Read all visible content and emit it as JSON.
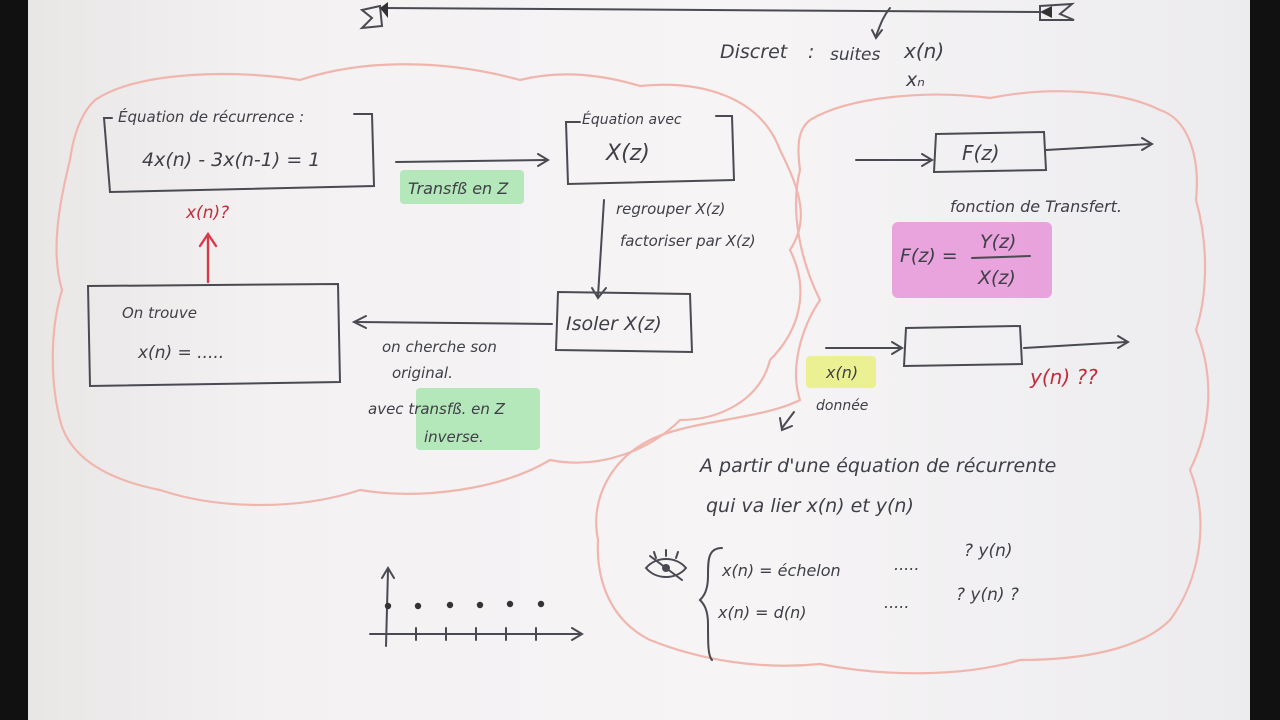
{
  "top_note": {
    "discret": "Discret",
    "colon": ":",
    "suites": "suites",
    "xn_fn": "x(n)",
    "xn_sub": "xₙ"
  },
  "left_cloud": {
    "box_recurrence": {
      "title": "Équation de récurrence :",
      "equation": "4x(n) - 3x(n-1) = 1"
    },
    "question": "x(n)?",
    "arrow_transform_label": "Transfß en Z",
    "box_equation_z": {
      "title": "Équation avec",
      "content": "X(z)"
    },
    "regroup_lines": [
      "regrouper X(z)",
      "factoriser par X(z)"
    ],
    "box_isoler": {
      "content": "Isoler X(z)"
    },
    "inverse_lines": [
      "on cherche son",
      "original."
    ],
    "inverse_transform_lines": [
      "avec transfß. en Z",
      "inverse."
    ],
    "box_result": {
      "title": "On trouve",
      "content": "x(n) = ....."
    }
  },
  "right_cloud": {
    "box_f": {
      "content": "F(z)"
    },
    "transfer_label": "fonction de Transfert.",
    "formula": {
      "lhs": "F(z) =",
      "num": "Y(z)",
      "den": "X(z)"
    },
    "input_label": "x(n)",
    "output_label": "y(n) ??",
    "given_label": "donnée",
    "sentence_lines": [
      "A partir d'une équation de récurrente",
      "qui va lier x(n) et y(n)"
    ],
    "cases": [
      {
        "left": "x(n) = échelon",
        "dots": ".....",
        "right": "? y(n)"
      },
      {
        "left": "x(n) = d(n)",
        "dots": ".....",
        "right": "? y(n) ?"
      }
    ]
  },
  "colors": {
    "cloud": "#f0b6ae",
    "ink": "#4a4a52",
    "red": "#d9394a",
    "green_hl": "#9fe3a6",
    "pink_hl": "#e58ad6",
    "yellow_hl": "#e8f07a"
  }
}
